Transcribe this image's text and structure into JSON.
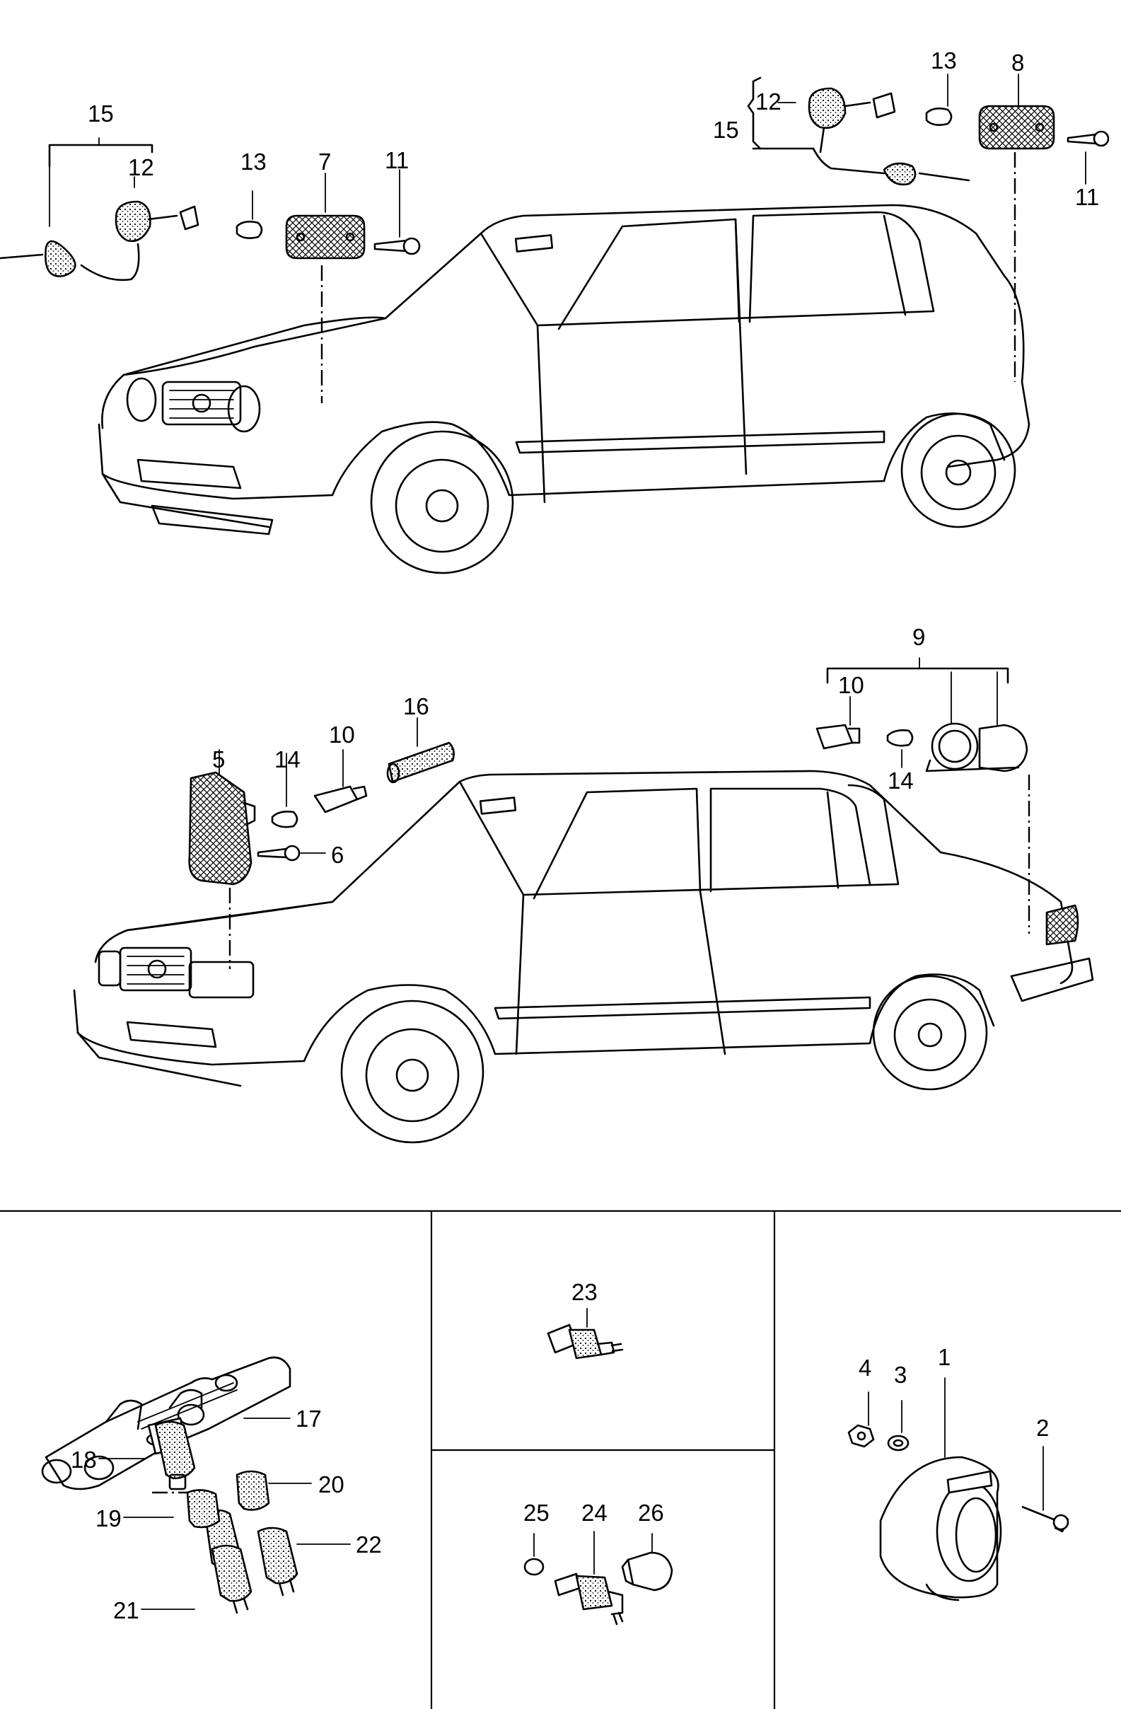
{
  "callouts": {
    "hatch_15": "15",
    "hatch_12": "12",
    "hatch_13": "13",
    "hatch_7": "7",
    "hatch_11": "11",
    "rear_12": "12",
    "rear_13": "13",
    "rear_15": "15",
    "rear_8": "8",
    "rear_11": "11",
    "sed_9": "9",
    "sed_10_rear": "10",
    "sed_14_rear": "14",
    "sed_5": "5",
    "sed_14": "14",
    "sed_10": "10",
    "sed_16": "16",
    "sed_6": "6",
    "mc_17": "17",
    "mc_18": "18",
    "mc_19": "19",
    "mc_20": "20",
    "mc_21": "21",
    "mc_22": "22",
    "sw_23": "23",
    "sw_25": "25",
    "sw_24": "24",
    "sw_26": "26",
    "rl_1": "1",
    "rl_2": "2",
    "rl_3": "3",
    "rl_4": "4"
  },
  "icons": [
    "hatchback-car",
    "sedan-car",
    "side-marker-light",
    "bulb",
    "bulb-socket",
    "screw",
    "brake-master-cylinder",
    "pressure-switch",
    "temperature-switch",
    "relay-housing",
    "nut",
    "washer",
    "bolt",
    "o-ring"
  ]
}
